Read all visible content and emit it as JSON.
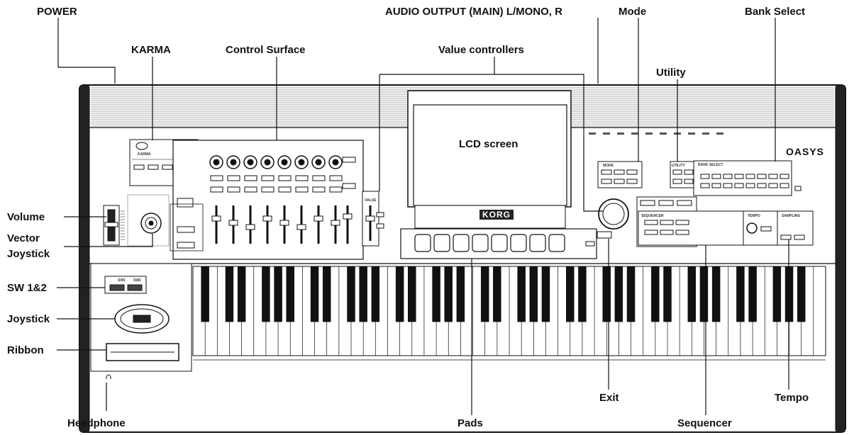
{
  "labels": {
    "power": "POWER",
    "karma": "KARMA",
    "control_surface": "Control Surface",
    "value_controllers": "Value controllers",
    "audio_output": "AUDIO OUTPUT (MAIN) L/MONO, R",
    "mode": "Mode",
    "bank_select": "Bank Select",
    "utility": "Utility",
    "volume": "Volume",
    "vector_joystick": "Vector\nJoystick",
    "sw12": "SW 1&2",
    "joystick": "Joystick",
    "ribbon": "Ribbon",
    "headphone": "Headphone",
    "pads": "Pads",
    "exit": "Exit",
    "tempo": "Tempo",
    "sequencer": "Sequencer"
  },
  "panel": {
    "lcd_text": "LCD screen",
    "brand": "KORG",
    "model": "OASYS"
  },
  "panel_small": {
    "karma": "KARMA",
    "mode": "MODE",
    "utility": "UTILITY",
    "bank_select": "BANK SELECT",
    "sequencer": "SEQUENCER",
    "tempo": "TEMPO",
    "sampling": "SAMPLING",
    "value": "VALUE",
    "sw1": "SW1",
    "sw2": "SW2"
  }
}
